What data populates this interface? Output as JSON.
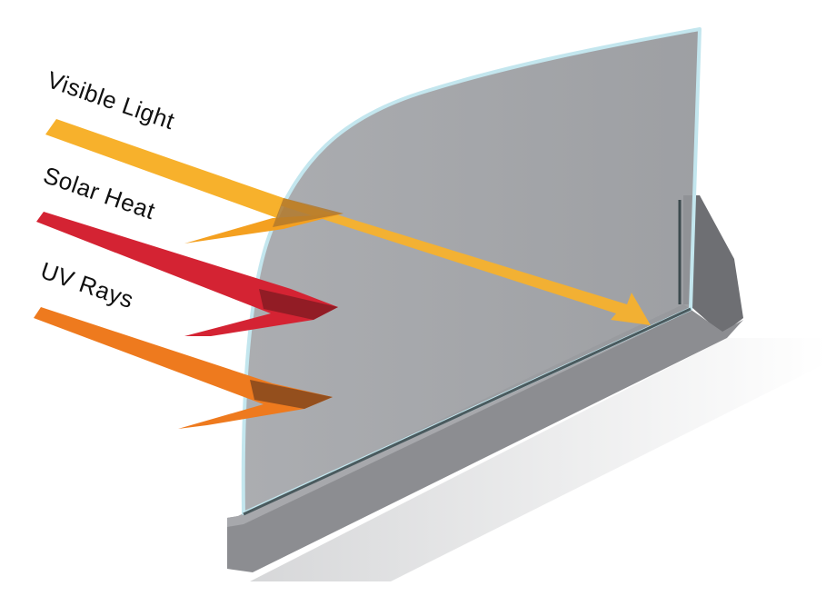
{
  "labels": {
    "visible_light": "Visible Light",
    "solar_heat": "Solar Heat",
    "uv_rays": "UV Rays"
  },
  "colors": {
    "visible_light": "#F7B12C",
    "solar_heat": "#D42333",
    "uv_rays": "#EE7A1E",
    "glass_fill": "#9C9EA2",
    "glass_edge": "#BFE3EA",
    "frame_front": "#8E8F93",
    "frame_side": "#6B6C70",
    "shadow": "#D5D6D8"
  }
}
